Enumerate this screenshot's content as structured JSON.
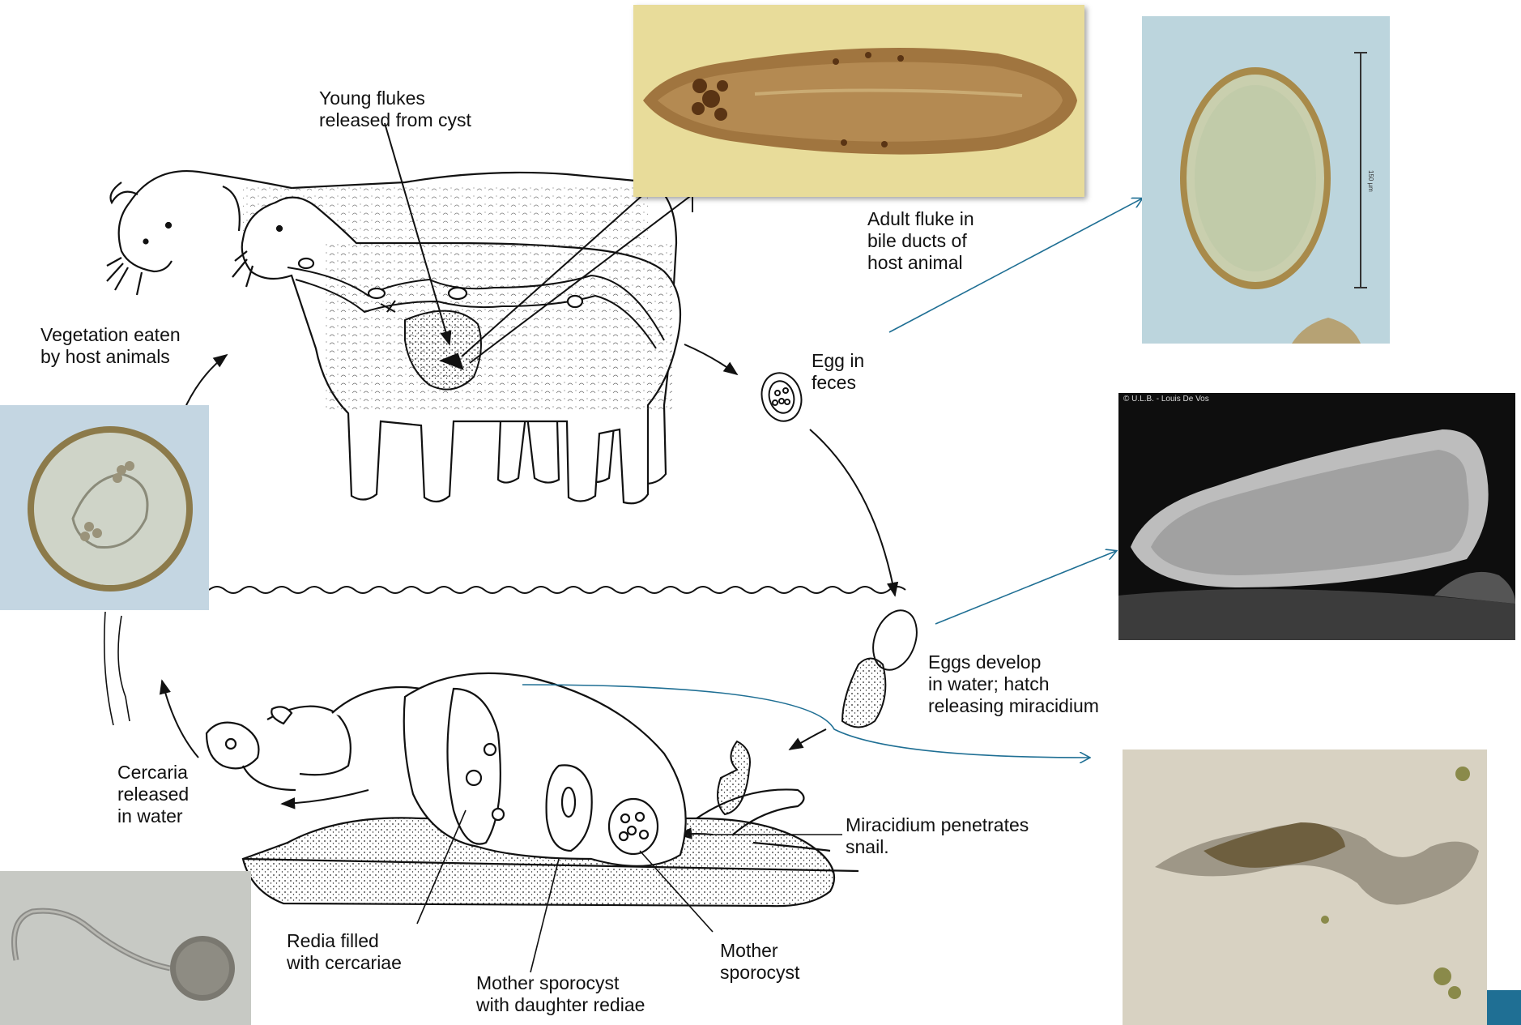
{
  "labels": {
    "young_flukes": "Young flukes\nreleased from cyst",
    "adult_fluke": "Adult fluke in\nbile ducts of\nhost animal",
    "vegetation": "Vegetation eaten\nby host animals",
    "egg_in_feces": "Egg in\nfeces",
    "eggs_develop": "Eggs develop\nin water; hatch\nreleasing miracidium",
    "cercaria": "Cercaria\nreleased\nin water",
    "miracidium_penetrates": "Miracidium penetrates\nsnail.",
    "redia": "Redia filled\nwith cercariae",
    "mother_sporocyst_rediae": "Mother sporocyst\nwith daughter rediae",
    "mother_sporocyst": "Mother\nsporocyst"
  },
  "photo_credit": "© U.L.B. - Louis De Vos",
  "scale_bar": "150 µm",
  "colors": {
    "line_art": "#111111",
    "pointer_arrow": "#1f6f94",
    "corner_accent": "#1f6f94"
  }
}
